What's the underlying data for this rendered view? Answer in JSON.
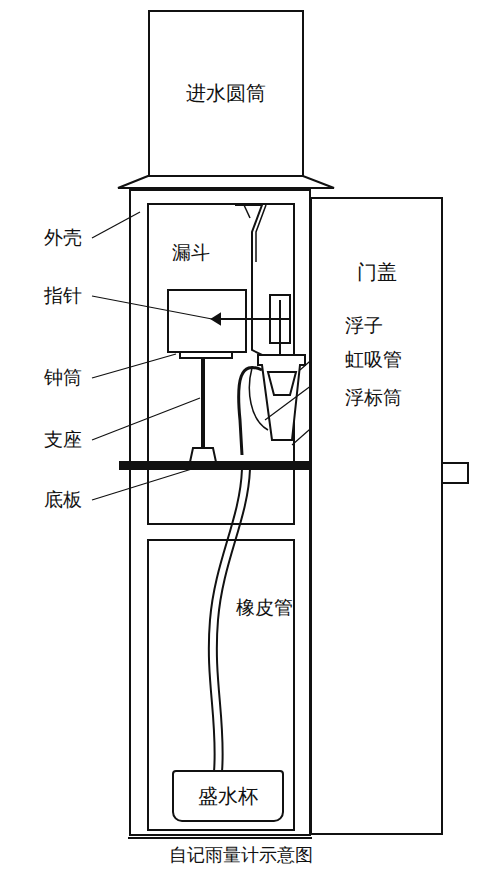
{
  "diagram": {
    "caption": "自记雨量计示意图",
    "nodes": [
      {
        "text": [
          "进水圆筒"
        ]
      },
      {
        "text": [
          "门盖"
        ]
      },
      {
        "text": [
          "盛水杯"
        ]
      }
    ],
    "labels": [
      "外壳",
      "漏斗",
      "指针",
      "钟筒",
      "支座",
      "底板",
      "浮子",
      "虹吸管",
      "浮标筒",
      "橡皮管"
    ]
  }
}
